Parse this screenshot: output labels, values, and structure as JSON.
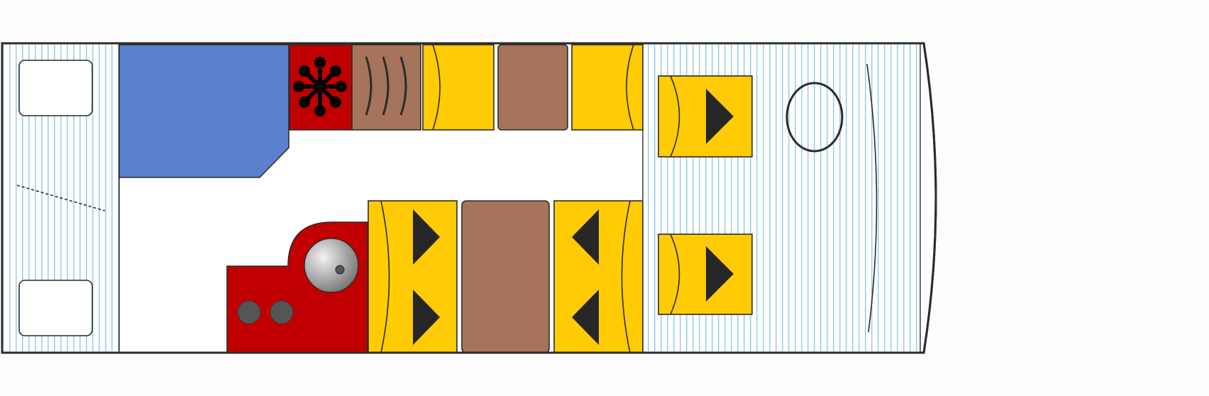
{
  "colors": {
    "background": "#fdfdfd",
    "outline": "#2b2b2b",
    "floor_stripe": "#9fd0e6",
    "floor_base": "#ffffff",
    "bed": "#5b80cc",
    "seat": "#ffcb05",
    "wood": "#a6745a",
    "kitchen": "#c00000",
    "arrow": "#262626",
    "burner": "#555555",
    "sink_light": "#f2f2f2",
    "sink_dark": "#6e6e6e"
  },
  "icons": {
    "fridge": "snowflake-icon",
    "seat_direction": "triangle-arrow-icon",
    "steering": "steering-wheel-icon",
    "sink": "sink-bowl-icon",
    "burner": "hob-burner-icon"
  },
  "layout_summary": {
    "seats_with_direction_arrows": 6,
    "forward_facing_arrows": 4,
    "rear_facing_arrows": 2,
    "hob_burners": 2
  }
}
